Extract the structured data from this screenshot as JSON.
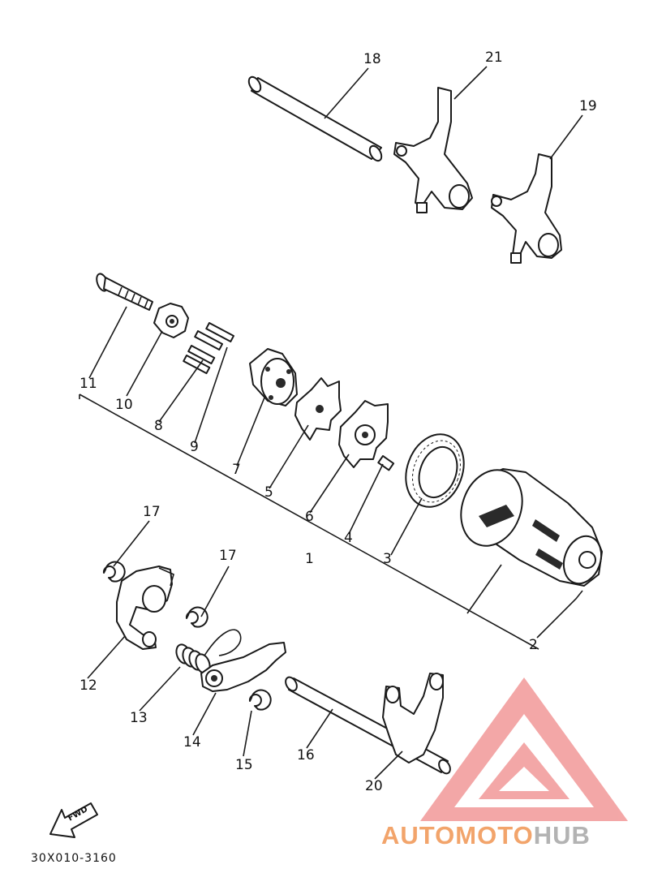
{
  "diagram_ref": "30X010-3160",
  "fwd_label": "FWD",
  "watermark": {
    "brand_part1": "AUTOMOTO",
    "brand_part2": "HUB",
    "color_primary": "#f2a46b",
    "color_secondary": "#b3b3b3",
    "logo_color": "#f08a8a"
  },
  "callouts": {
    "c1": "1",
    "c2": "2",
    "c3": "3",
    "c4": "4",
    "c5": "5",
    "c6": "6",
    "c7": "7",
    "c8": "8",
    "c9": "9",
    "c10": "10",
    "c11": "11",
    "c12": "12",
    "c13": "13",
    "c14": "14",
    "c15": "15",
    "c16": "16",
    "c17a": "17",
    "c17b": "17",
    "c18": "18",
    "c19": "19",
    "c20": "20",
    "c21": "21"
  }
}
